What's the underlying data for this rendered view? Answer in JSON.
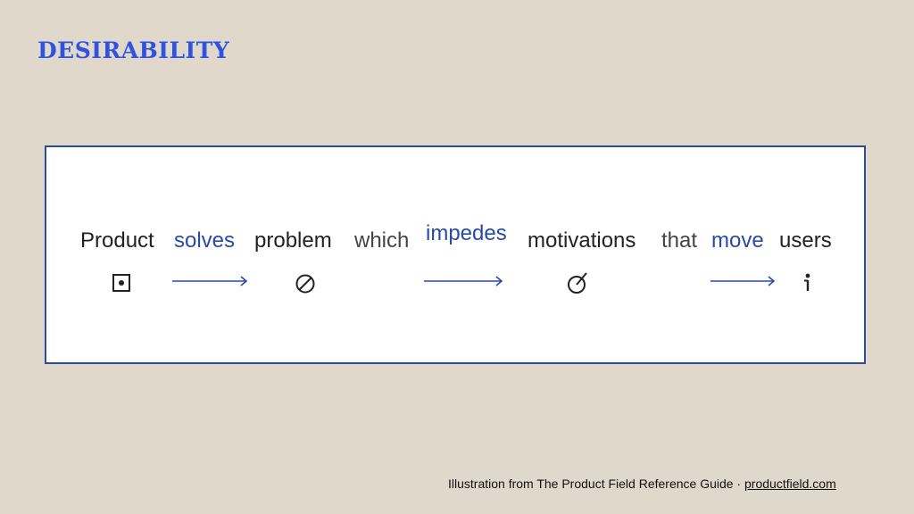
{
  "title": "DESIRABILITY",
  "diagram": {
    "words": {
      "product": "Product",
      "solves": "solves",
      "problem": "problem",
      "which": "which",
      "impedes": "impedes",
      "motivations": "motivations",
      "that": "that",
      "move": "move",
      "users": "users"
    },
    "icons": {
      "product": "product-square-dot-icon",
      "problem": "prohibition-icon",
      "motivations": "motivation-circle-arrow-icon",
      "users": "user-person-icon"
    },
    "colors": {
      "title": "#2f53e0",
      "verb": "#2a4aa8",
      "border": "#2a4c9a",
      "background": "#e0d9cb"
    }
  },
  "footer": {
    "text": "Illustration from The Product Field Reference Guide · ",
    "link": "productfield.com"
  }
}
